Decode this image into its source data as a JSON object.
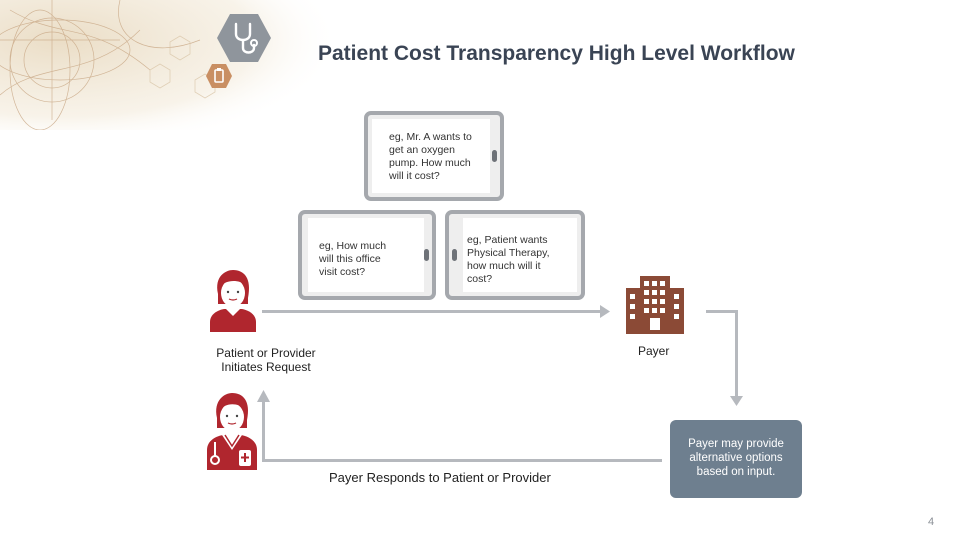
{
  "title": "Patient Cost Transparency High Level Workflow",
  "bubbles": {
    "top": "eg, Mr. A wants to get an oxygen pump. How much will it cost?",
    "left": "eg, How much will this office visit cost?",
    "right": "eg, Patient wants Physical Therapy, how much will it cost?"
  },
  "labels": {
    "initiator": "Patient or Provider Initiates Request",
    "payer": "Payer",
    "options": "Payer may provide alternative options based on input.",
    "responds": "Payer Responds to Patient or Provider"
  },
  "page_number": "4",
  "colors": {
    "title": "#3a4454",
    "accent_red": "#b0262e",
    "building": "#8b4a36",
    "arrow": "#b6b9be",
    "options_box": "#6e7f8f",
    "hexagon": "#8f959c"
  },
  "icons": [
    "stethoscope-icon",
    "clipboard-icon",
    "patient-icon",
    "doctor-icon",
    "building-icon"
  ]
}
